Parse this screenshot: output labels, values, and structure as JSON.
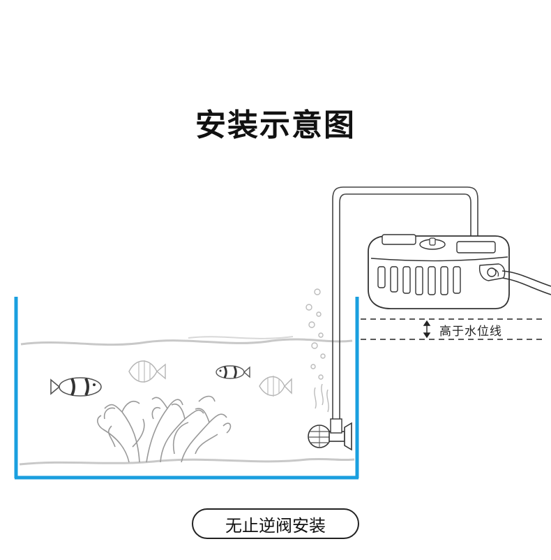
{
  "title": "安装示意图",
  "water_level_label": "高于水位线",
  "install_note": "无止逆阀安装",
  "colors": {
    "tank_wall": "#1a9fdf",
    "line": "#333333",
    "light_line": "#bbbbbb"
  },
  "icons": [
    "aquarium-tank",
    "air-pump",
    "air-tube",
    "air-stone",
    "fish",
    "coral"
  ]
}
